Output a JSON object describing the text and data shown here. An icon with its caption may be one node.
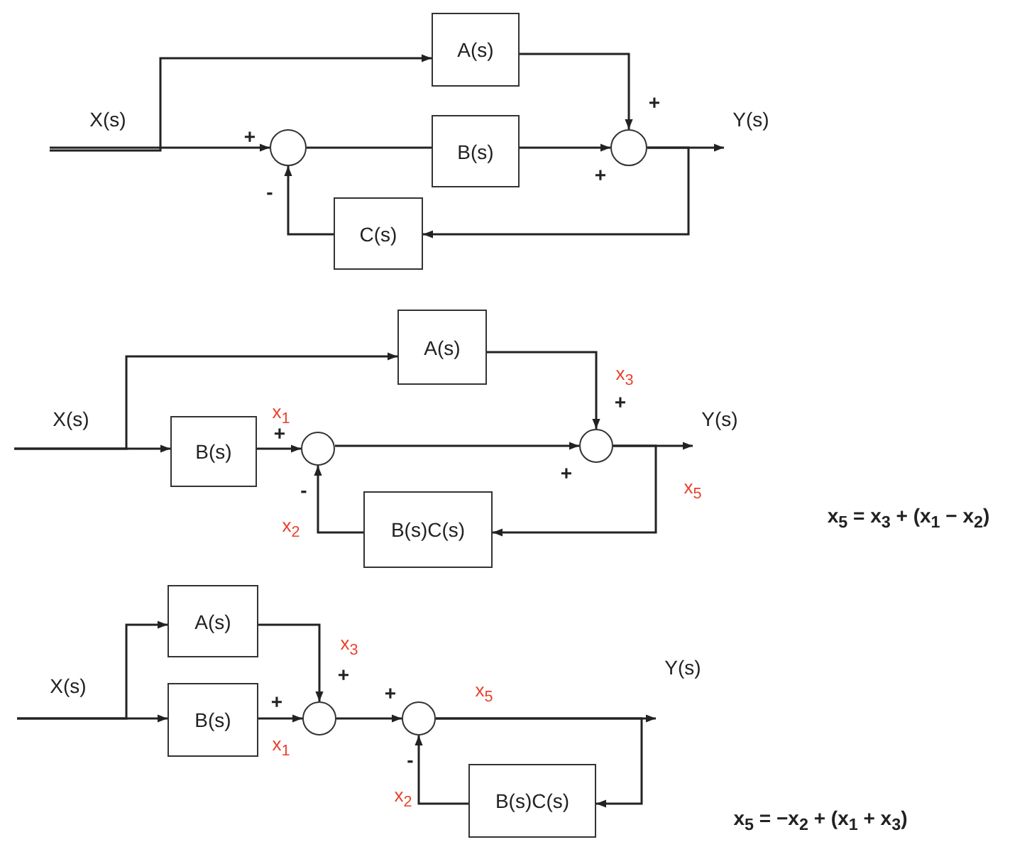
{
  "diagram": {
    "nodes": [
      {
        "text": [
          "A(s)"
        ]
      },
      {
        "text": [],
        "shape": "circle"
      },
      {
        "text": [
          "B(s)"
        ]
      },
      {
        "text": [],
        "shape": "circle"
      },
      {
        "text": [
          "Y(s)"
        ]
      },
      {
        "text": [
          "C(s)"
        ]
      },
      {
        "text": [
          "A(s)"
        ]
      },
      {
        "text": [
          "B(s)"
        ]
      },
      {
        "text": [],
        "shape": "circle"
      },
      {
        "text": [],
        "shape": "circle"
      },
      {
        "text": [
          "Y(s)"
        ]
      },
      {
        "text": [
          "B(s)C(s)"
        ]
      },
      {
        "text": [
          "A(s)"
        ]
      },
      {
        "text": [
          "B(s)"
        ]
      },
      {
        "text": [],
        "shape": "circle"
      },
      {
        "text": [],
        "shape": "circle"
      },
      {
        "text": [
          "Y(s)"
        ]
      },
      {
        "text": [
          "B(s)C(s)"
        ]
      }
    ],
    "edges": [
      {
        "from": null,
        "to": 0,
        "arrow": "to"
      },
      {
        "from": null,
        "to": 1,
        "arrow": "to",
        "label": "+"
      },
      {
        "from": 1,
        "to": 2,
        "arrow": "none"
      },
      {
        "from": 0,
        "to": 3,
        "arrow": "to",
        "label": "+"
      },
      {
        "from": 2,
        "to": 3,
        "arrow": "to",
        "label": "+"
      },
      {
        "from": 3,
        "to": 4,
        "arrow": "to"
      },
      {
        "from": 3,
        "to": 5,
        "arrow": "to"
      },
      {
        "from": 5,
        "to": 1,
        "arrow": "to",
        "label": "-"
      },
      {
        "from": null,
        "to": 6,
        "arrow": "to"
      },
      {
        "from": null,
        "to": 7,
        "arrow": "to"
      },
      {
        "from": 7,
        "to": 8,
        "arrow": "to",
        "label": "+"
      },
      {
        "from": 8,
        "to": 9,
        "arrow": "to",
        "label": "+"
      },
      {
        "from": 6,
        "to": 9,
        "arrow": "to",
        "label": "+"
      },
      {
        "from": 9,
        "to": 10,
        "arrow": "to"
      },
      {
        "from": 9,
        "to": 11,
        "arrow": "to"
      },
      {
        "from": 11,
        "to": 8,
        "arrow": "to",
        "label": "-"
      },
      {
        "from": null,
        "to": 12,
        "arrow": "to"
      },
      {
        "from": null,
        "to": 13,
        "arrow": "to"
      },
      {
        "from": 12,
        "to": 14,
        "arrow": "to",
        "label": "+"
      },
      {
        "from": 13,
        "to": 14,
        "arrow": "to",
        "label": "+"
      },
      {
        "from": 14,
        "to": 15,
        "arrow": "to",
        "label": "+"
      },
      {
        "from": 15,
        "to": 16,
        "arrow": "to"
      },
      {
        "from": 15,
        "to": 17,
        "arrow": "to"
      },
      {
        "from": 17,
        "to": 15,
        "arrow": "to",
        "label": "-"
      }
    ],
    "labels": [
      "X(s)",
      "X(s)",
      "x$_{3}$",
      "x$_{1}$",
      "x$_{5}$",
      "x$_{2}$",
      "x$_{5}$ = x$_{3}$ + (x$_{1}$ − x$_{2}$)",
      "X(s)",
      "x$_{3}$",
      "x$_{5}$",
      "x$_{1}$",
      "x$_{2}$",
      "x$_{5}$ = −x$_{2}$ + (x$_{1}$ + x$_{3}$)"
    ]
  }
}
